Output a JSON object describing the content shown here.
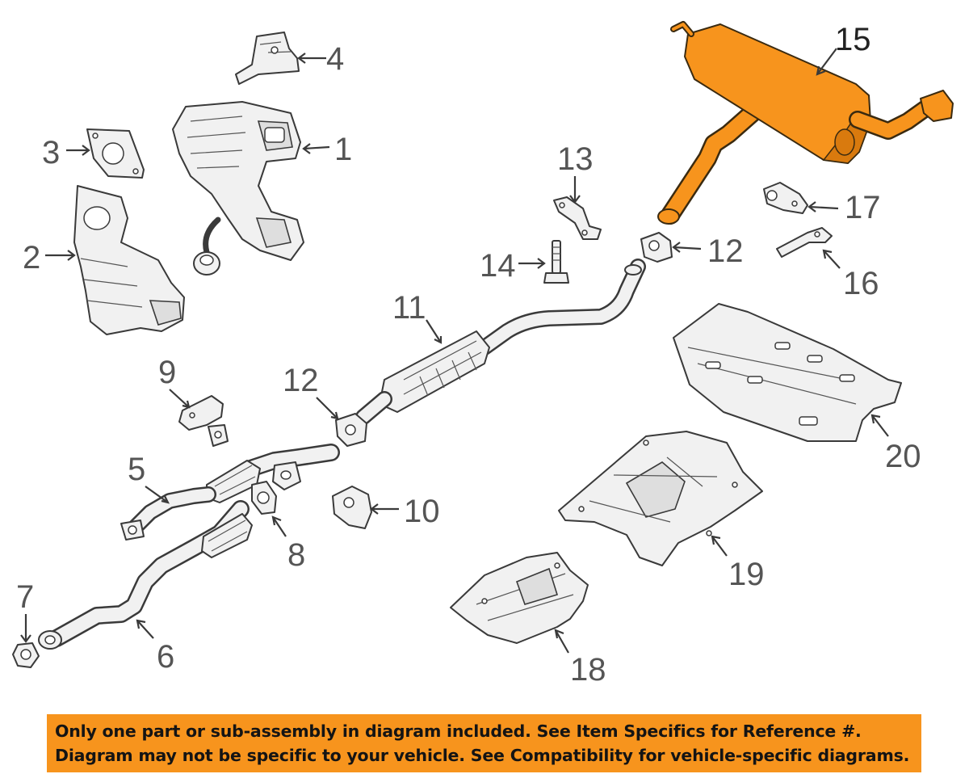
{
  "diagram": {
    "callouts": {
      "c1": "1",
      "c2": "2",
      "c3": "3",
      "c4": "4",
      "c5": "5",
      "c6": "6",
      "c7": "7",
      "c8": "8",
      "c9": "9",
      "c10": "10",
      "c11": "11",
      "c12a": "12",
      "c12b": "12",
      "c13": "13",
      "c14": "14",
      "c15": "15",
      "c16": "16",
      "c17": "17",
      "c18": "18",
      "c19": "19",
      "c20": "20"
    },
    "colors": {
      "highlight": "#f7941d",
      "part_fill": "#f1f1f1",
      "line": "#3a3a3a",
      "label": "#555555"
    }
  },
  "footer": {
    "line1": "Only one part or sub-assembly in diagram included. See Item Specifics for Reference #.",
    "line2": "Diagram may not be specific to your vehicle. See Compatibility for vehicle-specific diagrams."
  }
}
